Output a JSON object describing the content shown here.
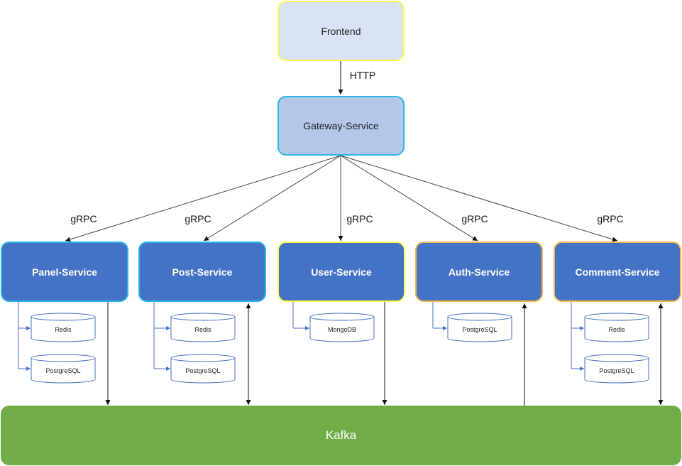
{
  "nodes": {
    "frontend": "Frontend",
    "gateway": "Gateway-Service",
    "kafka": "Kafka",
    "services": [
      {
        "id": "panel",
        "label": "Panel-Service",
        "dbs": [
          "Redis",
          "PostgreSQL"
        ]
      },
      {
        "id": "post",
        "label": "Post-Service",
        "dbs": [
          "Redis",
          "PostgreSQL"
        ]
      },
      {
        "id": "user",
        "label": "User-Service",
        "dbs": [
          "MongoDB"
        ]
      },
      {
        "id": "auth",
        "label": "Auth-Service",
        "dbs": [
          "PostgreSQL"
        ]
      },
      {
        "id": "comment",
        "label": "Comment-Service",
        "dbs": [
          "Redis",
          "PostgreSQL"
        ]
      }
    ]
  },
  "edges": {
    "frontend_gateway": "HTTP",
    "gateway_services": [
      "gRPC",
      "gRPC",
      "gRPC",
      "gRPC",
      "gRPC"
    ]
  },
  "colors": {
    "service_fill": "#4472c4",
    "kafka_fill": "#70ad47",
    "gateway_fill": "#b4c7e7",
    "frontend_fill": "#dae3f3"
  }
}
